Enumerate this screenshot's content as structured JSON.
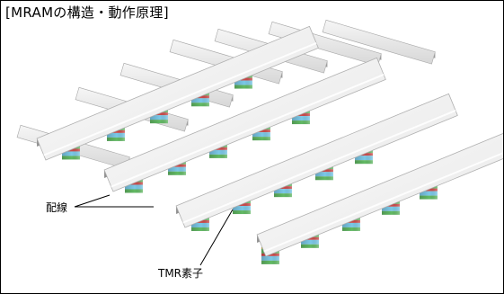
{
  "title": "[MRAMの構造・動作原理]",
  "labels": {
    "wiring": "配線",
    "tmr_element": "TMR素子"
  },
  "colors": {
    "tmr_blue": "#7ac8e8",
    "tmr_green": "#62b964",
    "tmr_red": "#cc4a4a",
    "tmr_gold": "#d9b640",
    "wire_light": "#f4f4f4",
    "wire_dark": "#9a9a9a"
  },
  "counts": {
    "upper_wires": 4,
    "lower_wires": 7
  }
}
